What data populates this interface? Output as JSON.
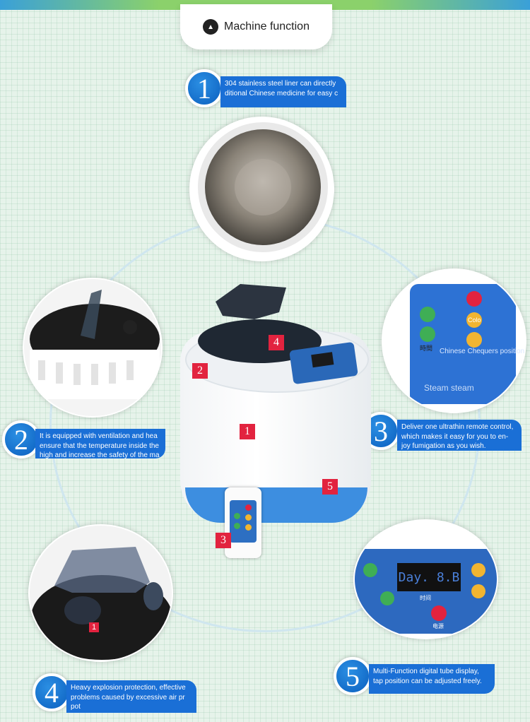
{
  "header": {
    "title": "Machine function"
  },
  "features": [
    {
      "number": "1",
      "lines": [
        "304 stainless steel liner can directly",
        "ditional Chinese medicine for easy c"
      ]
    },
    {
      "number": "2",
      "lines": [
        "It is equipped with ventilation and hea",
        "ensure that the temperature inside the",
        "high and increase the safety of the ma"
      ]
    },
    {
      "number": "3",
      "lines": [
        "Deliver one ultrathin remote control,",
        "which makes it easy for you to en-",
        "joy fumigation as you wish."
      ]
    },
    {
      "number": "4",
      "lines": [
        "Heavy explosion protection, effective",
        "problems caused by excessive air pr",
        "pot"
      ]
    },
    {
      "number": "5",
      "lines": [
        "Multi-Function digital tube display,",
        "tap position can be adjusted freely."
      ]
    }
  ],
  "remote_closeup": {
    "labels": {
      "time": "時間",
      "color": "Colo",
      "position": "Chinese Chequers position",
      "steam": "Steam steam"
    }
  },
  "panel_closeup": {
    "display": "Day. 8.B",
    "labels": {
      "time": "时间",
      "power": "电源"
    }
  },
  "lid_closeup": {
    "tag": "1"
  },
  "machine_tags": [
    "1",
    "2",
    "3",
    "4",
    "5"
  ],
  "colors": {
    "accent_blue": "#1a6fd6",
    "tag_red": "#e2233f"
  }
}
